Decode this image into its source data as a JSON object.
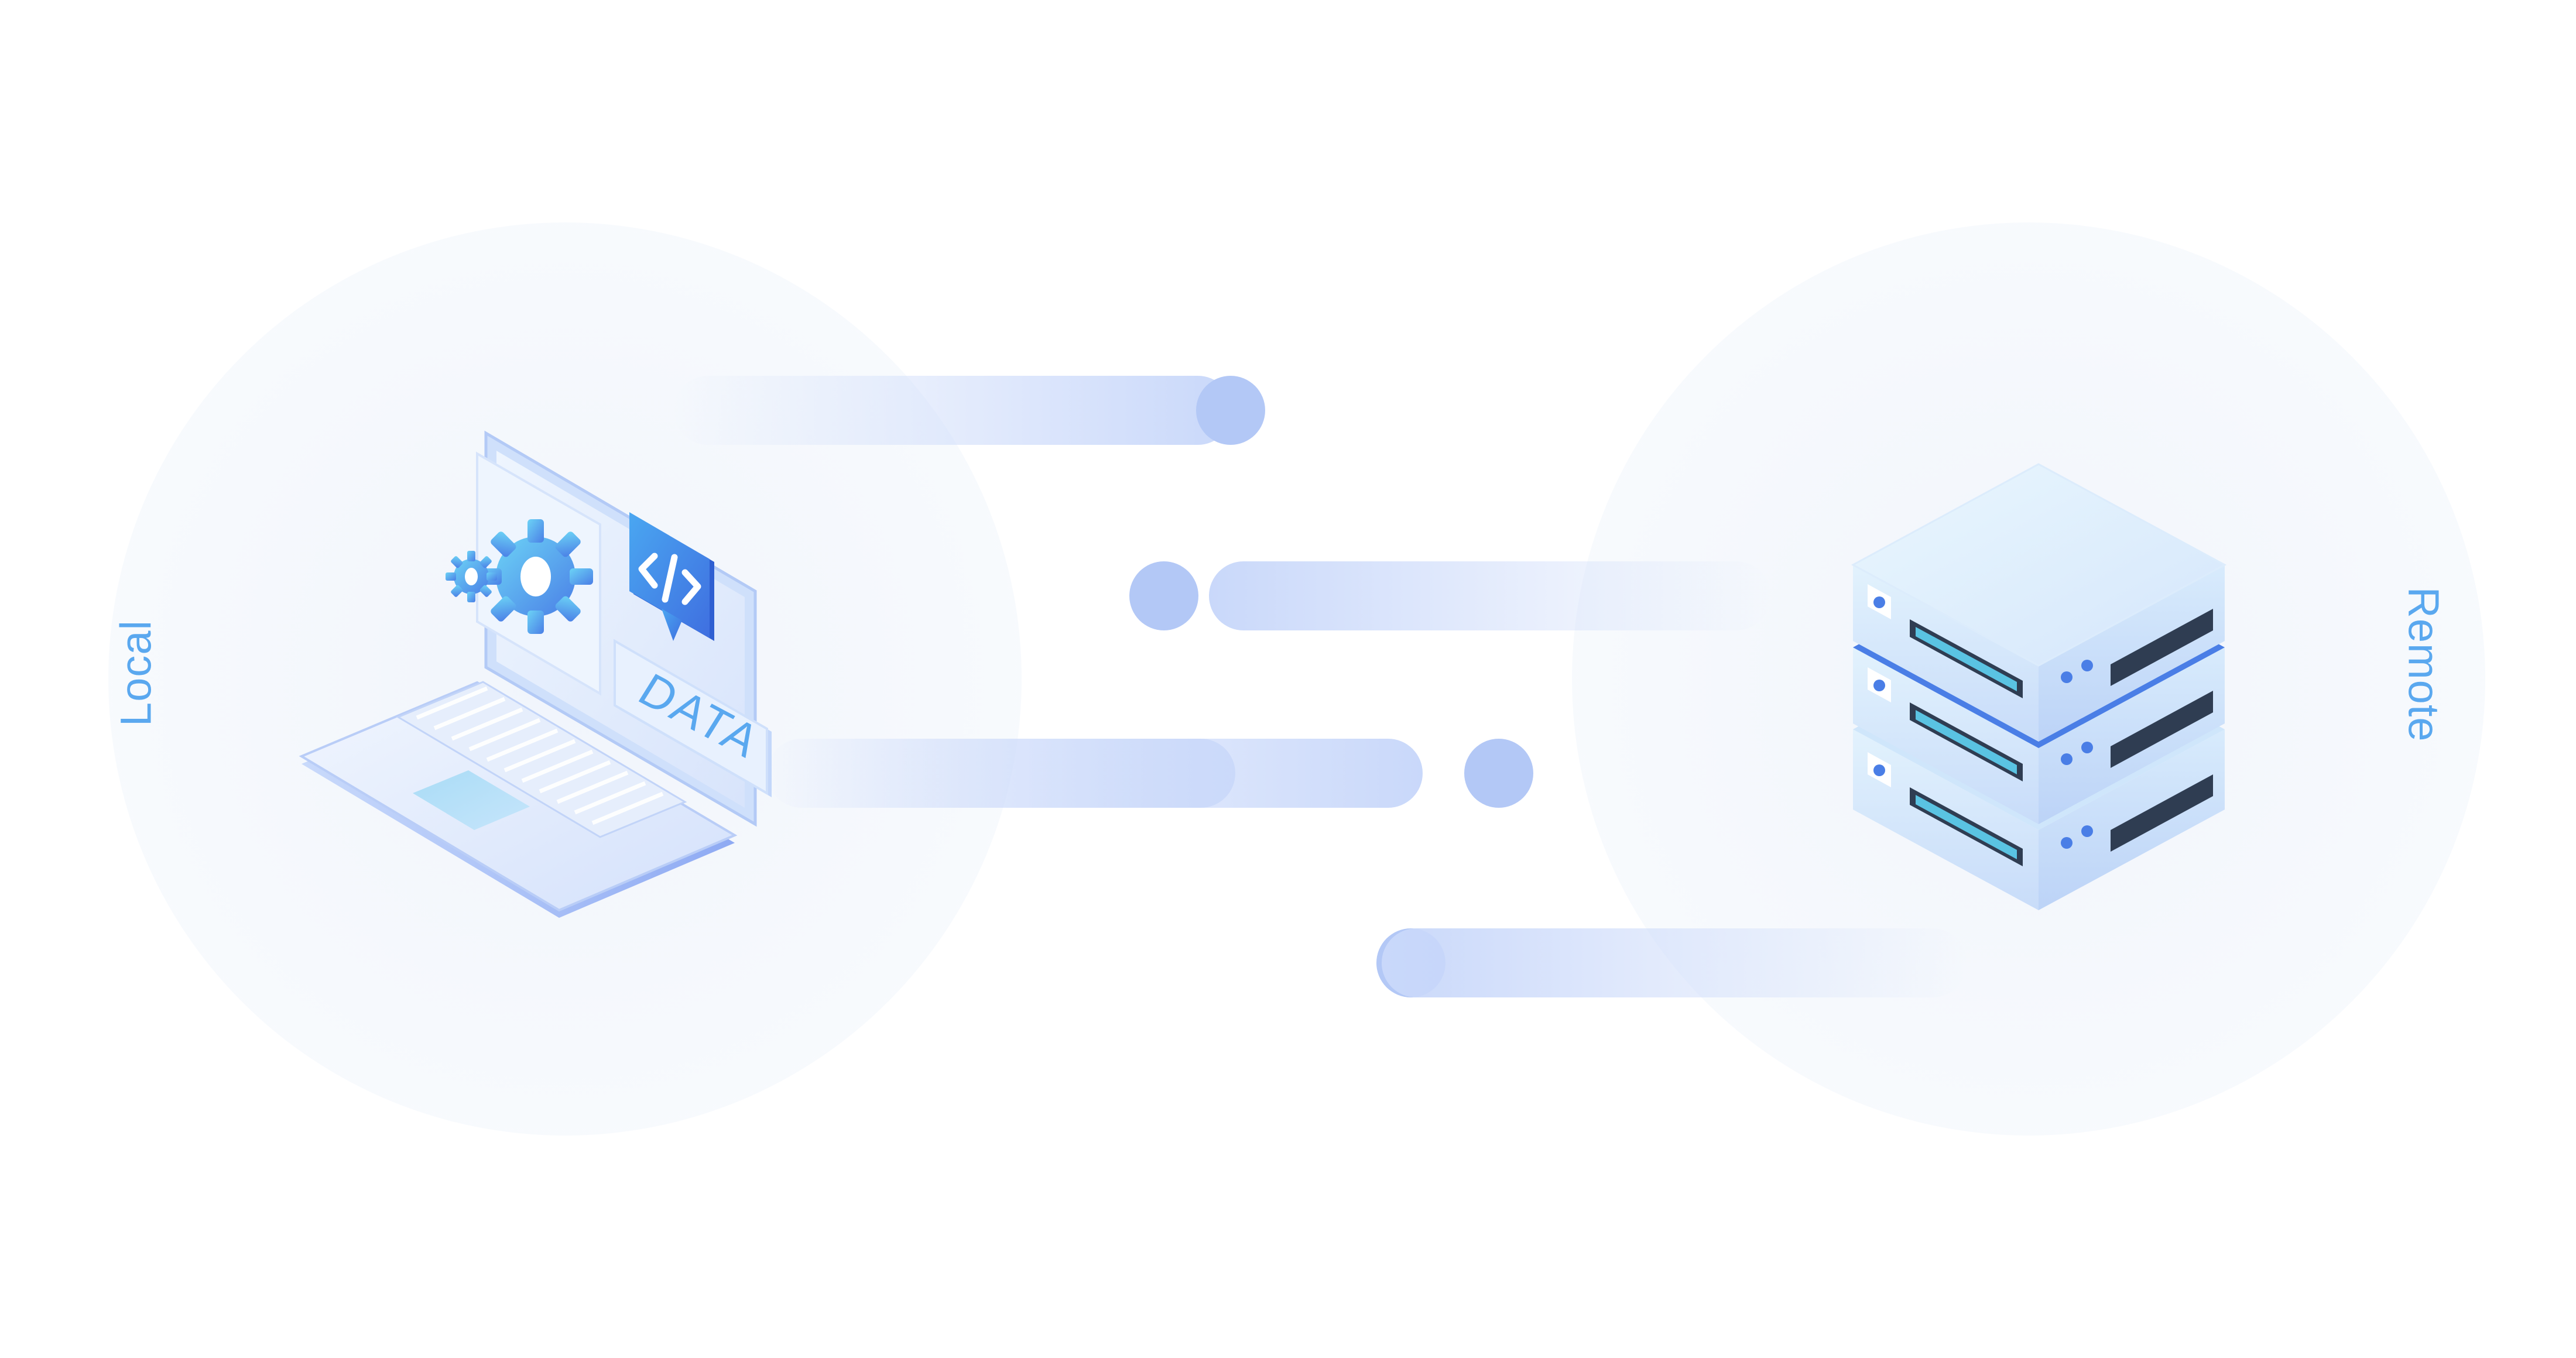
{
  "labels": {
    "local": "Local",
    "remote": "Remote"
  },
  "screen_badge": "DATA",
  "icons": {
    "laptop": "laptop-icon",
    "server": "server-stack-icon",
    "gear": "gear-icon",
    "code": "code-icon"
  },
  "colors": {
    "label_text": "#5aa8ef",
    "flow_dot": "#b3c8f6",
    "flow_bar": "#c9d8fa",
    "halo": "#f2f6fc",
    "accent_blue": "#4a7ee6",
    "light_cyan": "#cfeffc"
  }
}
